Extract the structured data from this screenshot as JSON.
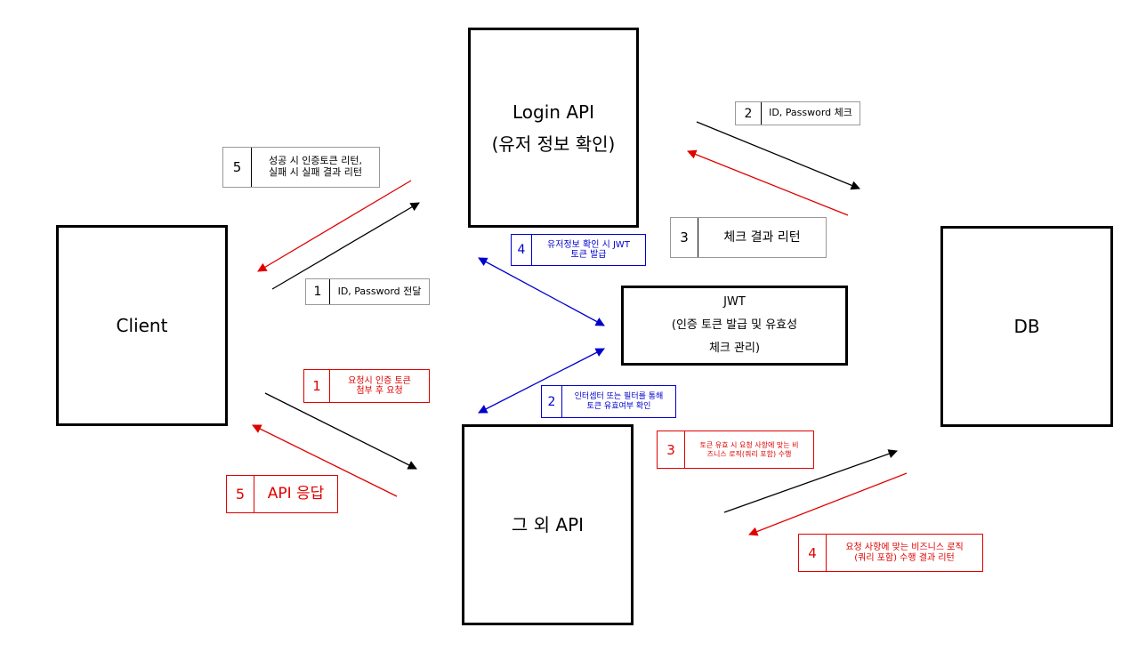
{
  "nodes": {
    "login_title": "Login API",
    "login_sub": "(유저 정보 확인)",
    "client": "Client",
    "db": "DB",
    "other_api": "그 외 API",
    "jwt_title": "JWT",
    "jwt_line1": "(인증 토큰 발급 및 유효성",
    "jwt_line2": "체크 관리)"
  },
  "labels": {
    "login_step1": {
      "num": "1",
      "text": "ID, Password 전달"
    },
    "login_step2": {
      "num": "2",
      "text": "ID, Password 체크"
    },
    "login_step3": {
      "num": "3",
      "text": "체크 결과 리턴"
    },
    "login_step4": {
      "num": "4",
      "text": "유저정보 확인 시 JWT\n토큰 발급"
    },
    "login_step5": {
      "num": "5",
      "text": "성공 시 인증토큰 리턴,\n실패 시 실패 결과 리턴"
    },
    "api_step1": {
      "num": "1",
      "text": "요청시 인증 토큰\n첨부 후 요청"
    },
    "api_step2": {
      "num": "2",
      "text": "인터셉터 또는 필터를 통해\n토큰 유효여부 확인"
    },
    "api_step3": {
      "num": "3",
      "text": "토큰 유효 시 요청 사항에 맞는 비\n즈니스 로직(쿼리 포함) 수행"
    },
    "api_step4": {
      "num": "4",
      "text": "요청 사항에 맞는 비즈니스 로직\n(쿼리 포함) 수행 결과 리턴"
    },
    "api_step5": {
      "num": "5",
      "text": "API 응답"
    }
  },
  "colors": {
    "request": "#000000",
    "response": "#e00000",
    "jwt": "#0000cc"
  }
}
